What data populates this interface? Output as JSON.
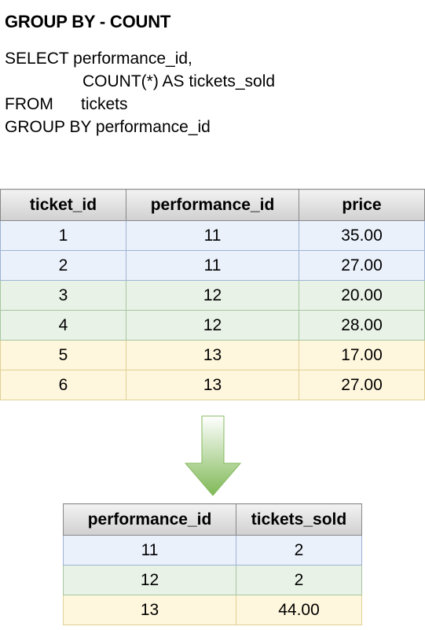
{
  "title": "GROUP BY - COUNT",
  "query": {
    "line1": "SELECT performance_id,",
    "line2": "COUNT(*) AS tickets_sold",
    "line3_keyword": "FROM",
    "line3_table": "tickets",
    "line4": "GROUP BY performance_id"
  },
  "source_table": {
    "headers": [
      "ticket_id",
      "performance_id",
      "price"
    ],
    "rows": [
      [
        "1",
        "11",
        "35.00"
      ],
      [
        "2",
        "11",
        "27.00"
      ],
      [
        "3",
        "12",
        "20.00"
      ],
      [
        "4",
        "12",
        "28.00"
      ],
      [
        "5",
        "13",
        "17.00"
      ],
      [
        "6",
        "13",
        "27.00"
      ]
    ]
  },
  "result_table": {
    "headers": [
      "performance_id",
      "tickets_sold"
    ],
    "rows": [
      [
        "11",
        "2"
      ],
      [
        "12",
        "2"
      ],
      [
        "13",
        "44.00"
      ]
    ]
  },
  "colors": {
    "group_11": "#eaf1fb",
    "group_12": "#e8f2e6",
    "group_13": "#fff7dd",
    "arrow": "#8cc063"
  }
}
